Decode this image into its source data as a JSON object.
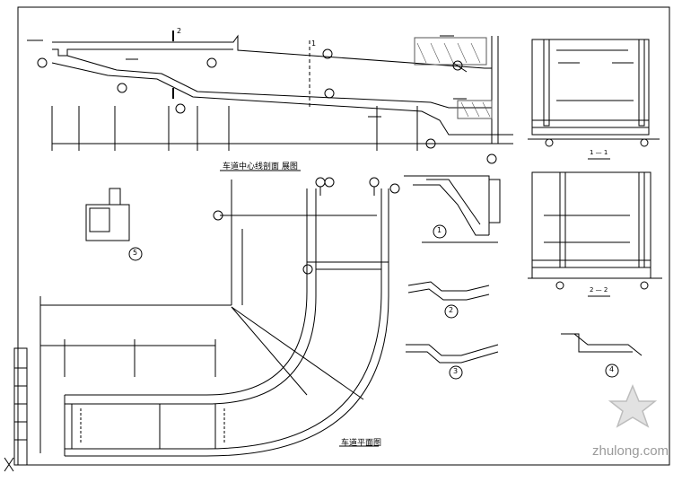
{
  "drawing": {
    "titles": {
      "section_profile": "车道中心线剖面  展图",
      "plan": "车道平面图"
    },
    "section_marks": {
      "s11": "1 — 1",
      "s22": "2 — 2"
    },
    "callouts": [
      "1",
      "2",
      "3",
      "4",
      "5"
    ],
    "cut_marks": [
      "2",
      "1"
    ]
  },
  "watermark": {
    "text": "zhulong.com",
    "color": "#9a9a9a"
  },
  "colors": {
    "line": "#000000",
    "hatch": "#555555",
    "paper": "#ffffff"
  }
}
